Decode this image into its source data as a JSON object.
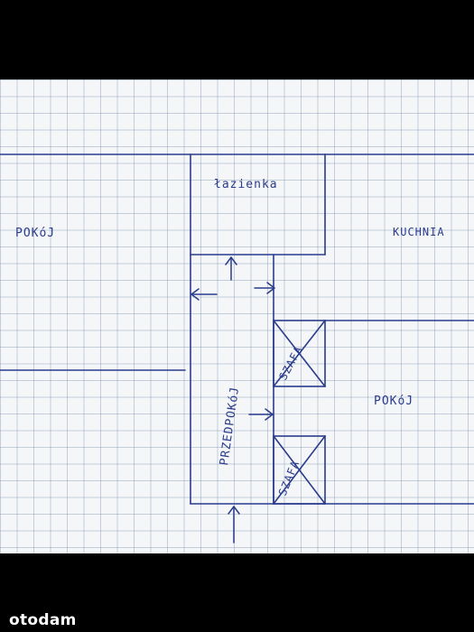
{
  "rooms": {
    "lazienka": "łazienka",
    "pokoj_left": "POKóJ",
    "kuchnia": "KUCHNIA",
    "pokoj_right": "POKóJ",
    "przedpokoj": "PRZEDPOKóJ",
    "szafa_top": "SZAFA",
    "szafa_bottom": "SZAFA"
  },
  "watermark": "otodam",
  "colors": {
    "ink": "#2a3c8c",
    "paper": "#f4f6f8",
    "frame": "#000000"
  }
}
